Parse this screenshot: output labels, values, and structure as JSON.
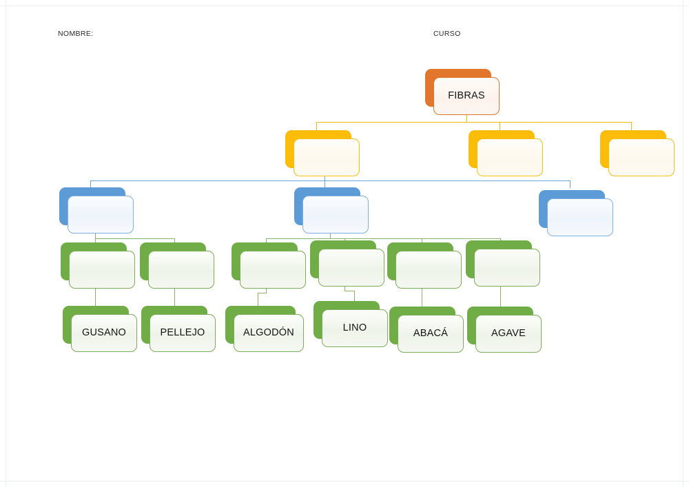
{
  "page": {
    "header": {
      "nombre_label": "NOMBRE:",
      "curso_label": "CURSO"
    }
  },
  "colors": {
    "orange": "#e2762c",
    "yellow": "#fbbd09",
    "blue": "#5c9bd6",
    "green": "#70ad47",
    "line_orange": "#f0a640",
    "line_yellow": "#f5b800",
    "line_blue": "#6ba3d6",
    "line_green": "#8bb36a",
    "text": "#131313",
    "background": "#ffffff"
  },
  "diagram": {
    "type": "tree",
    "title": "FIBRAS",
    "levels": [
      {
        "level": 1,
        "color_name": "orange",
        "nodes": [
          {
            "id": "root",
            "label": "FIBRAS",
            "filled": true
          }
        ]
      },
      {
        "level": 2,
        "color_name": "yellow",
        "nodes": [
          {
            "id": "y1",
            "label": "",
            "filled": false
          },
          {
            "id": "y2",
            "label": "",
            "filled": false
          },
          {
            "id": "y3",
            "label": "",
            "filled": false
          }
        ]
      },
      {
        "level": 3,
        "color_name": "blue",
        "nodes": [
          {
            "id": "b1",
            "label": "",
            "filled": false
          },
          {
            "id": "b2",
            "label": "",
            "filled": false
          },
          {
            "id": "b3",
            "label": "",
            "filled": false
          }
        ]
      },
      {
        "level": 4,
        "color_name": "green",
        "nodes": [
          {
            "id": "g1",
            "label": "",
            "filled": false
          },
          {
            "id": "g2",
            "label": "",
            "filled": false
          },
          {
            "id": "g3",
            "label": "",
            "filled": false
          },
          {
            "id": "g4",
            "label": "",
            "filled": false
          },
          {
            "id": "g5",
            "label": "",
            "filled": false
          },
          {
            "id": "g6",
            "label": "",
            "filled": false
          }
        ]
      },
      {
        "level": 5,
        "color_name": "green",
        "nodes": [
          {
            "id": "l1",
            "label": "GUSANO",
            "filled": true
          },
          {
            "id": "l2",
            "label": "PELLEJO",
            "filled": true
          },
          {
            "id": "l3",
            "label": "ALGODÓN",
            "filled": true
          },
          {
            "id": "l4",
            "label": "LINO",
            "filled": true
          },
          {
            "id": "l5",
            "label": "ABACÁ",
            "filled": true
          },
          {
            "id": "l6",
            "label": "AGAVE",
            "filled": true
          }
        ]
      }
    ],
    "leaf_labels": [
      "GUSANO",
      "PELLEJO",
      "ALGODÓN",
      "LINO",
      "ABACÁ",
      "AGAVE"
    ],
    "blank_node_count": 12
  }
}
